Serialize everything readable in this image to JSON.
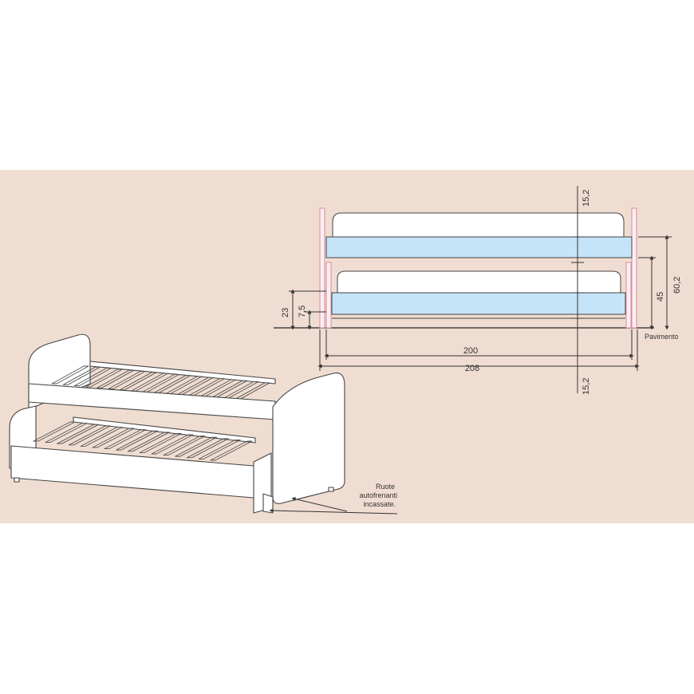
{
  "colors": {
    "background": "#f0ddd1",
    "mattress": "#c6e4f8",
    "frame_accent": "#d98a9a",
    "line": "#444444"
  },
  "dimensions": {
    "top_gap": "15,2",
    "bottom_gap": "15,2",
    "height_upper": "60,2",
    "height_lower": "45",
    "height_23": "23",
    "height_7_5": "7,5",
    "length_inner": "200",
    "length_outer": "208",
    "floor_label": "Pavimento"
  },
  "callout": {
    "line1": "Ruote",
    "line2": "autofrenanti",
    "line3": "incassate."
  }
}
